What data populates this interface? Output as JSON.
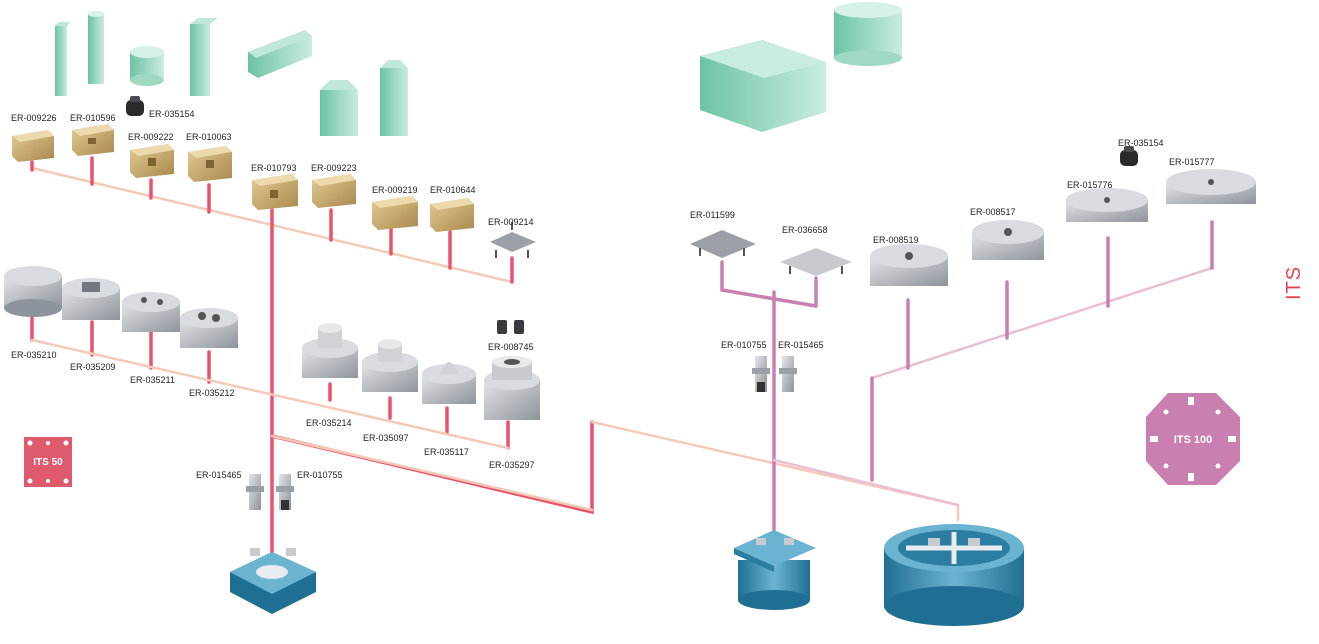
{
  "brand": "ITS",
  "colors": {
    "line_main": "#e8556a",
    "line_light": "#f5c9b8",
    "line_its100": "#c97fb0",
    "line_its100_light": "#e8bfd6",
    "blank_green": "#8fd3b8",
    "brass": "#c9a86a",
    "steel": "#b8bcc2",
    "chuck_blue": "#3a8fb0",
    "badge_its50": "#e05a6e",
    "badge_its100": "#c97fb0"
  },
  "badges": {
    "its50": "ITS 50",
    "its100": "ITS 100"
  },
  "labels": {
    "er_009226": "ER-009226",
    "er_010596": "ER-010596",
    "er_035154_left": "ER-035154",
    "er_009222": "ER-009222",
    "er_010063": "ER-010063",
    "er_010793": "ER-010793",
    "er_009223": "ER-009223",
    "er_009219": "ER-009219",
    "er_010644": "ER-010644",
    "er_009214": "ER-009214",
    "er_035210": "ER-035210",
    "er_035209": "ER-035209",
    "er_035211": "ER-035211",
    "er_035212": "ER-035212",
    "er_008745": "ER-008745",
    "er_035214": "ER-035214",
    "er_035097": "ER-035097",
    "er_035117": "ER-035117",
    "er_035297": "ER-035297",
    "er_015465_left": "ER-015465",
    "er_010755_left": "ER-010755",
    "er_011599": "ER-011599",
    "er_036658": "ER-036658",
    "er_010755_right": "ER-010755",
    "er_015465_right": "ER-015465",
    "er_008519": "ER-008519",
    "er_008517": "ER-008517",
    "er_015776": "ER-015776",
    "er_015777": "ER-015777",
    "er_035154_right": "ER-035154"
  }
}
